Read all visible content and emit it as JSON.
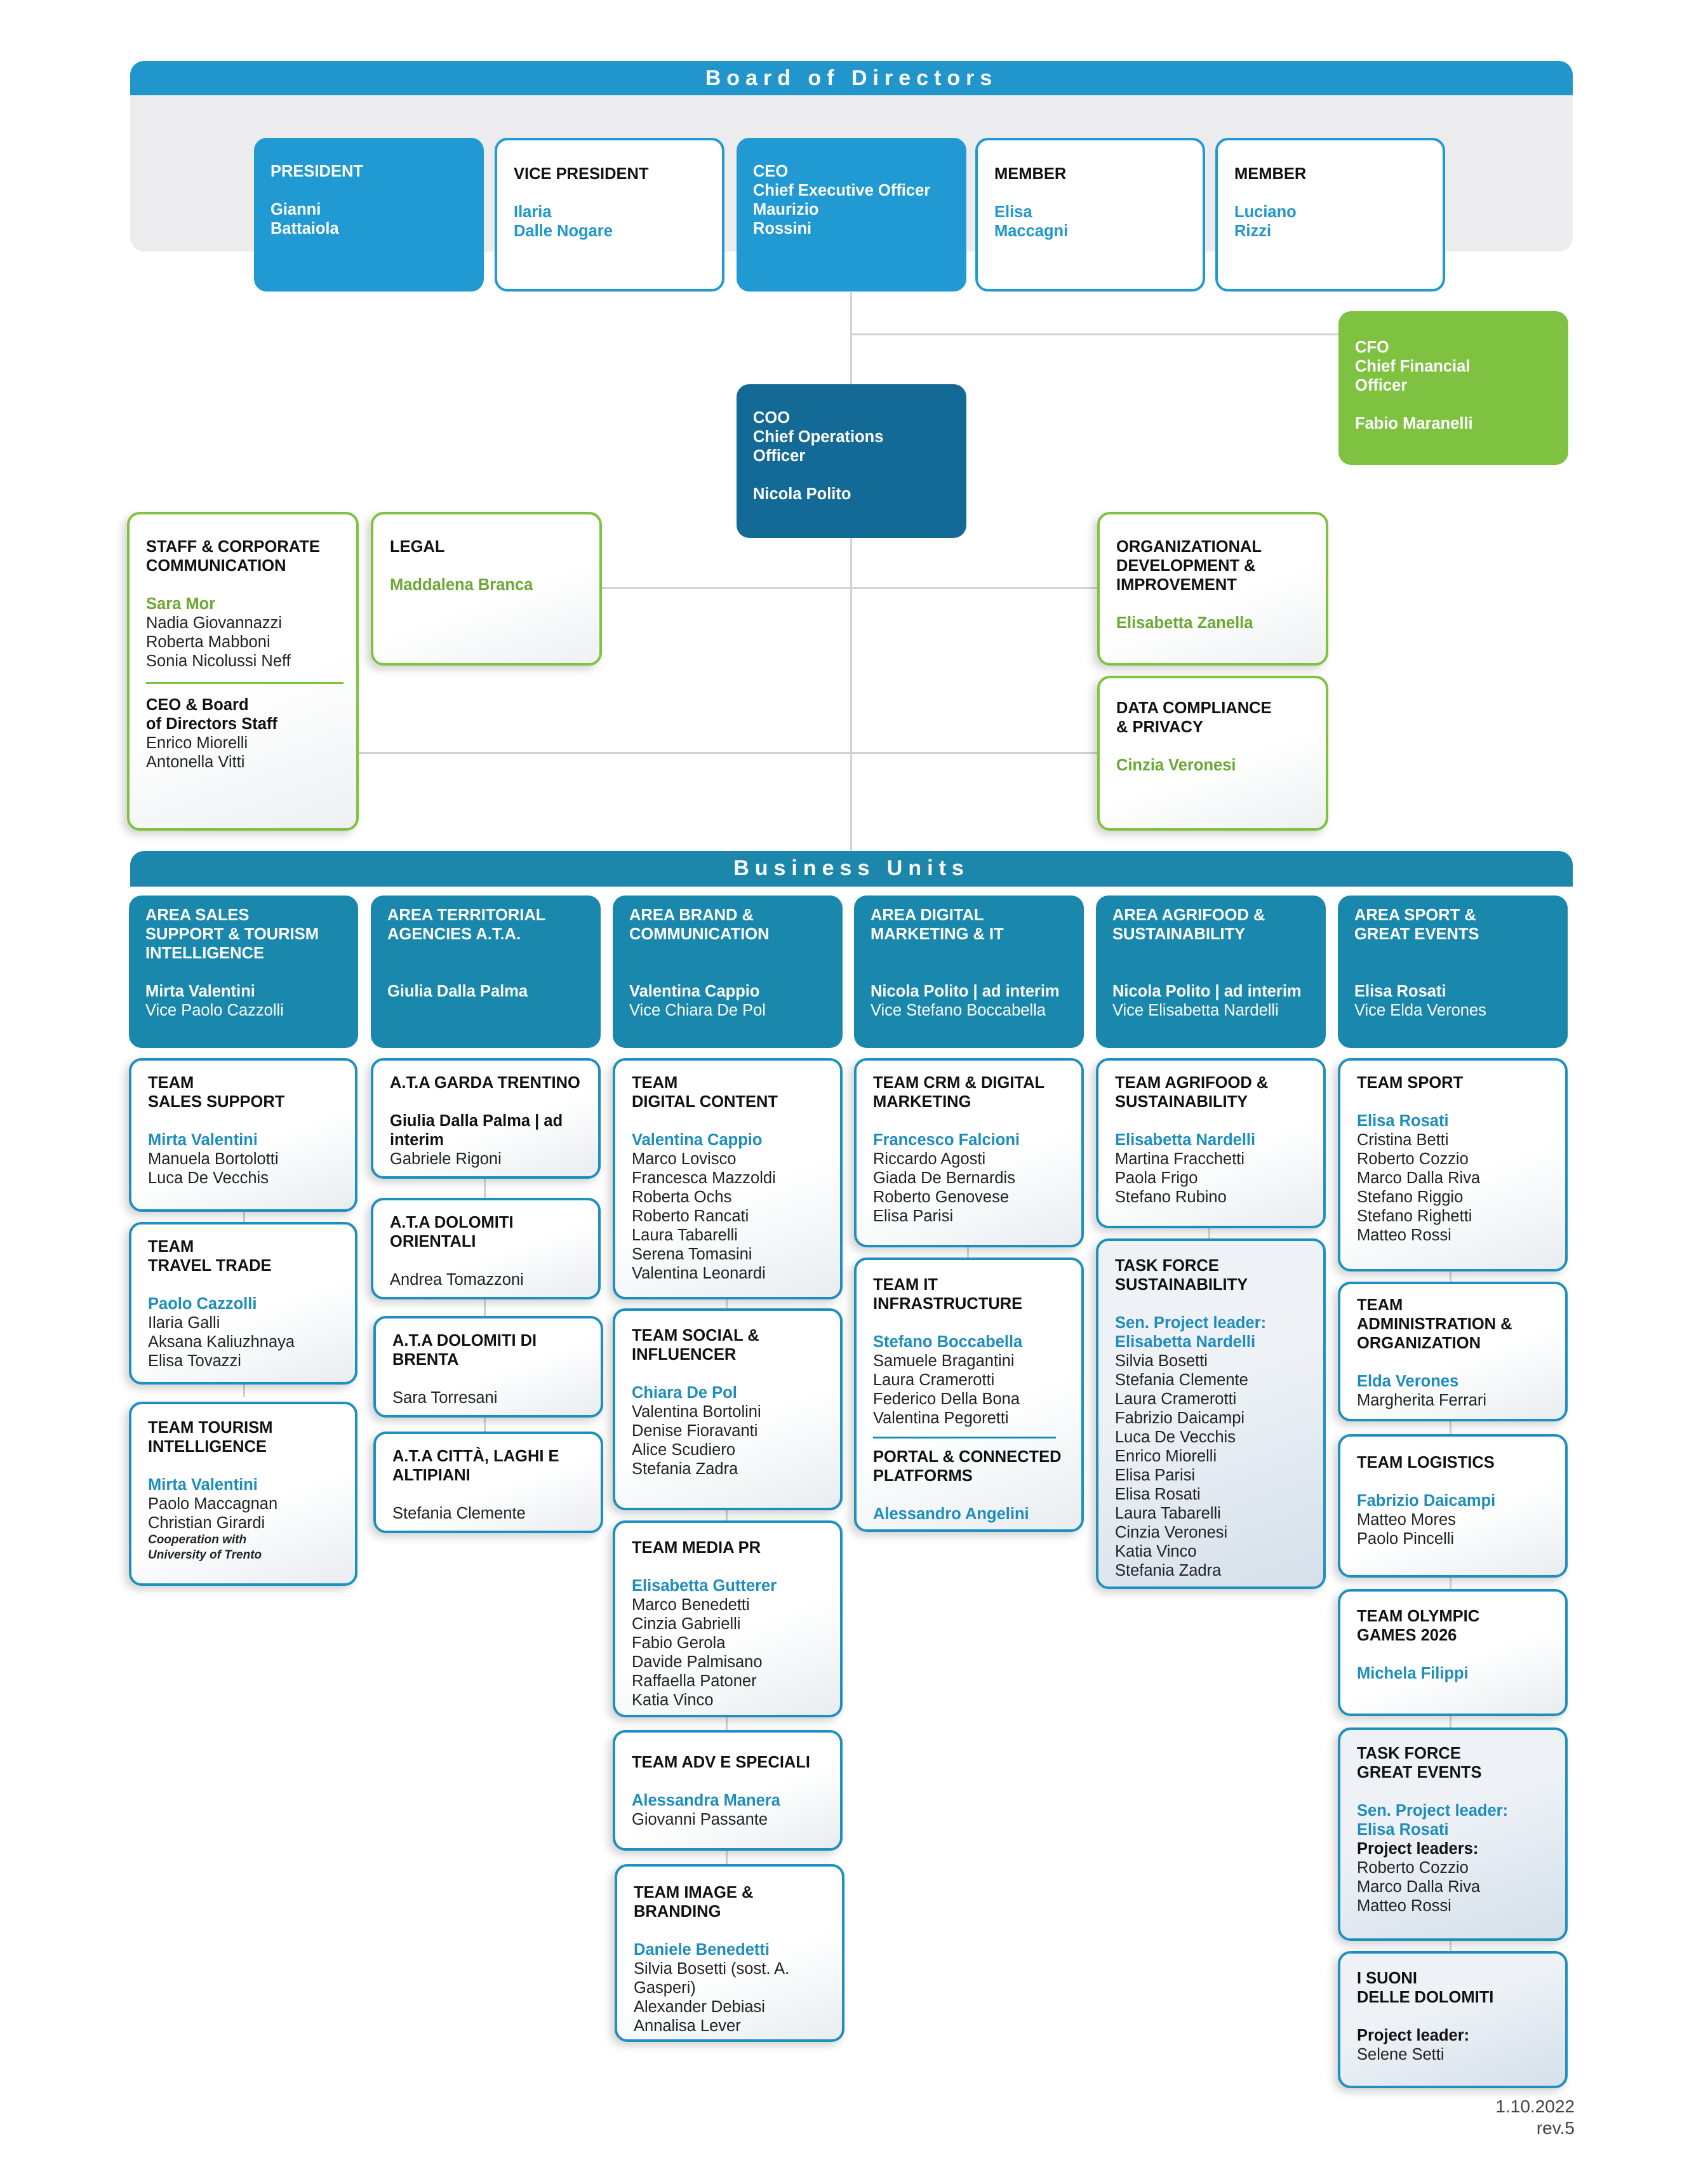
{
  "board": {
    "title": "Board of Directors",
    "members": [
      {
        "role": "PRESIDENT",
        "name": "Gianni\nBattaiola"
      },
      {
        "role": "VICE PRESIDENT",
        "name": "Ilaria\nDalle Nogare"
      },
      {
        "role": "CEO\nChief Executive Officer",
        "name": "Maurizio\nRossini"
      },
      {
        "role": "MEMBER",
        "name": "Elisa\nMaccagni"
      },
      {
        "role": "MEMBER",
        "name": "Luciano\nRizzi"
      }
    ]
  },
  "cfo": {
    "role": "CFO\nChief Financial\nOfficer",
    "name": "Fabio Maranelli"
  },
  "coo": {
    "role": "COO\nChief Operations\nOfficer",
    "name": "Nicola Polito"
  },
  "staff": {
    "title": "STAFF & CORPORATE\nCOMMUNICATION",
    "lead": "Sara Mor",
    "members": "Nadia Giovannazzi\nRoberta Mabboni\nSonia Nicolussi Neff",
    "sub_title": "CEO & Board\nof Directors Staff",
    "sub_members": "Enrico Miorelli\nAntonella Vitti"
  },
  "legal": {
    "title": "LEGAL",
    "lead": "Maddalena Branca"
  },
  "org_dev": {
    "title": "ORGANIZATIONAL\nDEVELOPMENT &\nIMPROVEMENT",
    "lead": "Elisabetta Zanella"
  },
  "data_compliance": {
    "title": "DATA COMPLIANCE\n& PRIVACY",
    "lead": "Cinzia Veronesi"
  },
  "business_units": {
    "title": "Business Units",
    "areas": [
      {
        "title": "AREA SALES\nSUPPORT & TOURISM\nINTELLIGENCE",
        "head": "Mirta Valentini",
        "vice": "Vice Paolo Cazzolli"
      },
      {
        "title": "AREA TERRITORIAL\nAGENCIES A.T.A.",
        "head": "Giulia Dalla Palma",
        "vice": ""
      },
      {
        "title": "AREA BRAND &\nCOMMUNICATION",
        "head": "Valentina Cappio",
        "vice": "Vice Chiara De Pol"
      },
      {
        "title": "AREA DIGITAL\nMARKETING & IT",
        "head": "Nicola Polito | ad interim",
        "vice": "Vice Stefano Boccabella"
      },
      {
        "title": "AREA AGRIFOOD &\nSUSTAINABILITY",
        "head": "Nicola Polito | ad interim",
        "vice": "Vice Elisabetta Nardelli"
      },
      {
        "title": "AREA SPORT &\nGREAT EVENTS",
        "head": "Elisa Rosati",
        "vice": "Vice Elda Verones"
      }
    ]
  },
  "teams": {
    "sales_support": {
      "title": "TEAM\nSALES SUPPORT",
      "lead": "Mirta Valentini",
      "members": "Manuela Bortolotti\nLuca De Vecchis"
    },
    "travel_trade": {
      "title": "TEAM\nTRAVEL TRADE",
      "lead": "Paolo Cazzolli",
      "members": "Ilaria Galli\nAksana Kaliuzhnaya\nElisa Tovazzi"
    },
    "tourism_intel": {
      "title": "TEAM TOURISM\nINTELLIGENCE",
      "lead": "Mirta Valentini",
      "members": "Paolo Maccagnan\nChristian Girardi",
      "note": "Cooperation with\nUniversity of Trento"
    },
    "garda": {
      "title": "A.T.A GARDA TRENTINO",
      "lead_black": "Giulia Dalla Palma | ad\ninterim",
      "members": "Gabriele Rigoni"
    },
    "dolomiti_orientali": {
      "title": "A.T.A DOLOMITI\nORIENTALI",
      "members": "Andrea Tomazzoni"
    },
    "dolomiti_brenta": {
      "title": "A.T.A DOLOMITI DI\nBRENTA",
      "members": "Sara Torresani"
    },
    "citta_laghi": {
      "title": "A.T.A CITTÀ, LAGHI E\nALTIPIANI",
      "members": "Stefania Clemente"
    },
    "digital_content": {
      "title": "TEAM\nDIGITAL CONTENT",
      "lead": "Valentina Cappio",
      "members": "Marco Lovisco\nFrancesca Mazzoldi\nRoberta Ochs\nRoberto Rancati\nLaura Tabarelli\nSerena Tomasini\nValentina Leonardi"
    },
    "social": {
      "title": "TEAM SOCIAL &\nINFLUENCER",
      "lead": "Chiara De Pol",
      "members": "Valentina Bortolini\nDenise Fioravanti\nAlice Scudiero\nStefania Zadra"
    },
    "media_pr": {
      "title": "TEAM MEDIA PR",
      "lead": "Elisabetta Gutterer",
      "members": "Marco Benedetti\nCinzia Gabrielli\nFabio Gerola\nDavide Palmisano\nRaffaella Patoner\nKatia Vinco"
    },
    "adv": {
      "title": "TEAM ADV E SPECIALI",
      "lead": "Alessandra Manera",
      "members": "Giovanni Passante"
    },
    "image": {
      "title": "TEAM IMAGE &\nBRANDING",
      "lead": "Daniele Benedetti",
      "members": "Silvia Bosetti (sost. A.\nGasperi)\nAlexander Debiasi\nAnnalisa Lever"
    },
    "crm": {
      "title": "TEAM CRM & DIGITAL\nMARKETING",
      "lead": "Francesco Falcioni",
      "members": "Riccardo Agosti\nGiada De Bernardis\nRoberto Genovese\nElisa Parisi"
    },
    "it": {
      "title": "TEAM IT\nINFRASTRUCTURE",
      "lead": "Stefano Boccabella",
      "members": "Samuele Bragantini\nLaura Cramerotti\nFederico Della Bona\nValentina Pegoretti",
      "sub_title": "PORTAL & CONNECTED\nPLATFORMS",
      "sub_lead": "Alessandro Angelini"
    },
    "agrifood": {
      "title": "TEAM AGRIFOOD &\nSUSTAINABILITY",
      "lead": "Elisabetta Nardelli",
      "members": "Martina Fracchetti\nPaola Frigo\nStefano Rubino"
    },
    "tf_sustain": {
      "title": "TASK FORCE\nSUSTAINABILITY",
      "lead": "Sen. Project leader:\nElisabetta Nardelli",
      "members": "Silvia Bosetti\nStefania Clemente\nLaura Cramerotti\nFabrizio Daicampi\nLuca De Vecchis\nEnrico Miorelli\nElisa Parisi\nElisa Rosati\nLaura Tabarelli\nCinzia Veronesi\nKatia Vinco\nStefania Zadra"
    },
    "sport": {
      "title": "TEAM SPORT",
      "lead": "Elisa Rosati",
      "members": "Cristina Betti\nRoberto Cozzio\nMarco Dalla Riva\nStefano Riggio\nStefano Righetti\nMatteo Rossi"
    },
    "admin": {
      "title": "TEAM\nADMINISTRATION &\nORGANIZATION",
      "lead": "Elda Verones",
      "members": "Margherita Ferrari"
    },
    "logistics": {
      "title": "TEAM LOGISTICS",
      "lead": "Fabrizio Daicampi",
      "members": "Matteo Mores\nPaolo Pincelli"
    },
    "olympic": {
      "title": "TEAM OLYMPIC\nGAMES 2026",
      "lead": "Michela Filippi"
    },
    "tf_events": {
      "title": "TASK FORCE\nGREAT EVENTS",
      "lead": "Sen. Project leader:\nElisa Rosati",
      "sub_label": "Project leaders:",
      "members": "Roberto Cozzio\nMarco Dalla Riva\nMatteo Rossi"
    },
    "suoni": {
      "title": "I SUONI\nDELLE DOLOMITI",
      "sub_label": "Project leader:",
      "members": "Selene Setti"
    }
  },
  "footer": {
    "date": "1.10.2022",
    "rev": "rev.5"
  },
  "colors": {
    "board_blue": "#2196cd",
    "coo_blue": "#146a96",
    "cfo_green": "#7fc242",
    "unit_teal": "#1a87ad"
  }
}
